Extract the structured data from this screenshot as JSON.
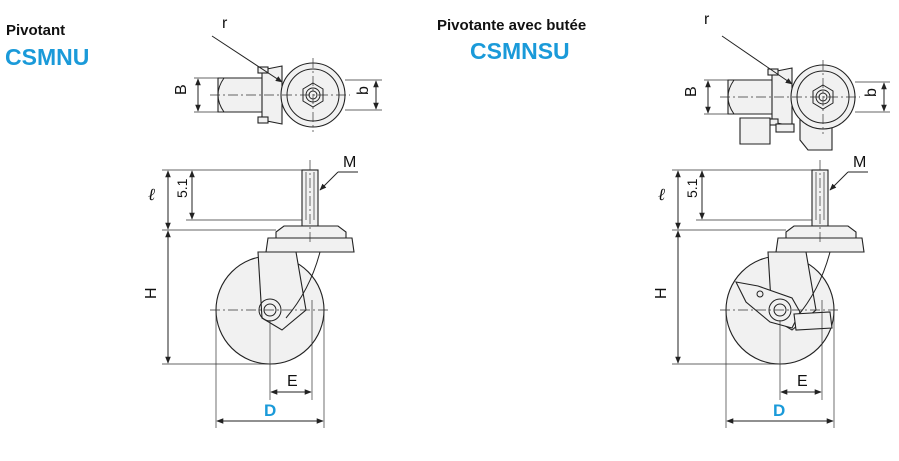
{
  "left": {
    "subtitle": "Pivotant",
    "model": "CSMNU",
    "labels": {
      "r": "r",
      "B": "B",
      "b": "b",
      "M": "M",
      "l": "ℓ",
      "thread": "5.1",
      "H": "H",
      "E": "E",
      "D": "D"
    }
  },
  "right": {
    "subtitle": "Pivotante avec butée",
    "model": "CSMNSU",
    "labels": {
      "r": "r",
      "B": "B",
      "b": "b",
      "M": "M",
      "l": "ℓ",
      "thread": "5.1",
      "H": "H",
      "E": "E",
      "D": "D"
    }
  },
  "colors": {
    "accent": "#1a9ad9",
    "line": "#222222",
    "part_fill": "#f1f1f1"
  }
}
